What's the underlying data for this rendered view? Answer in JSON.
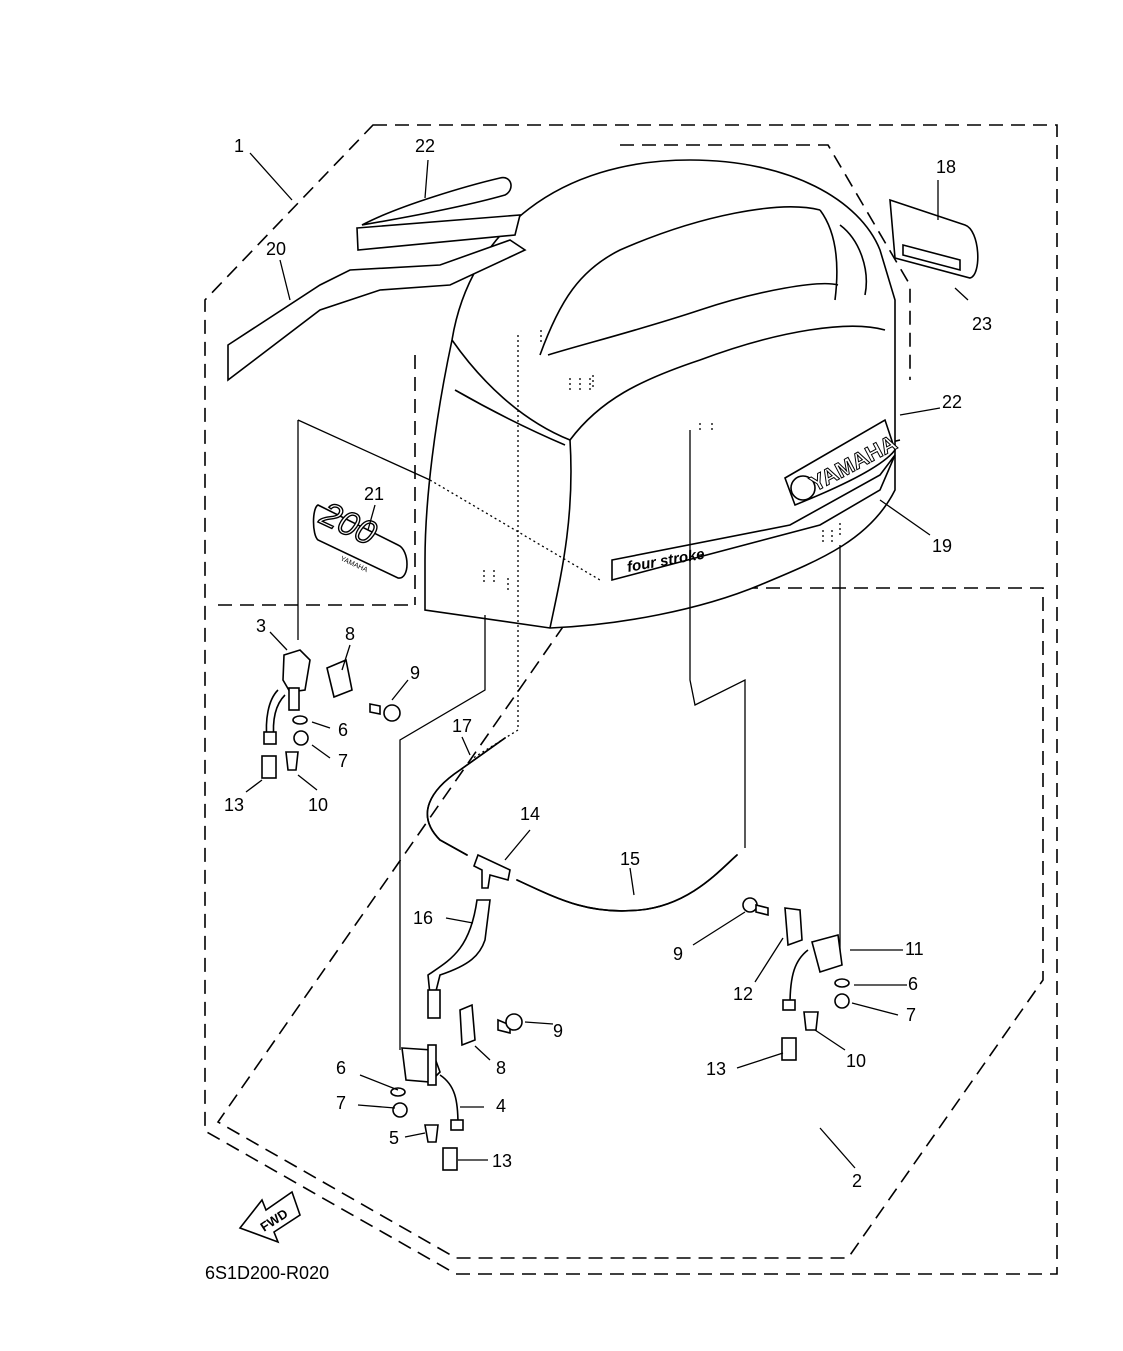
{
  "callouts": {
    "c1": "1",
    "c2": "2",
    "c3": "3",
    "c4": "4",
    "c5": "5",
    "c6a": "6",
    "c6b": "6",
    "c6c": "6",
    "c7a": "7",
    "c7b": "7",
    "c7c": "7",
    "c8a": "8",
    "c8b": "8",
    "c9a": "9",
    "c9b": "9",
    "c9c": "9",
    "c10a": "10",
    "c10b": "10",
    "c11": "11",
    "c12": "12",
    "c13a": "13",
    "c13b": "13",
    "c13c": "13",
    "c14": "14",
    "c15": "15",
    "c16": "16",
    "c17": "17",
    "c18": "18",
    "c19": "19",
    "c20": "20",
    "c21": "21",
    "c22a": "22",
    "c22b": "22",
    "c23": "23"
  },
  "decal_text": {
    "brand": "YAMAHA",
    "model_number": "200",
    "stripe": "four stroke",
    "small_brand": "YAMAHA"
  },
  "fwd_arrow_label": "FWD",
  "drawing_code": "6S1D200-R020"
}
